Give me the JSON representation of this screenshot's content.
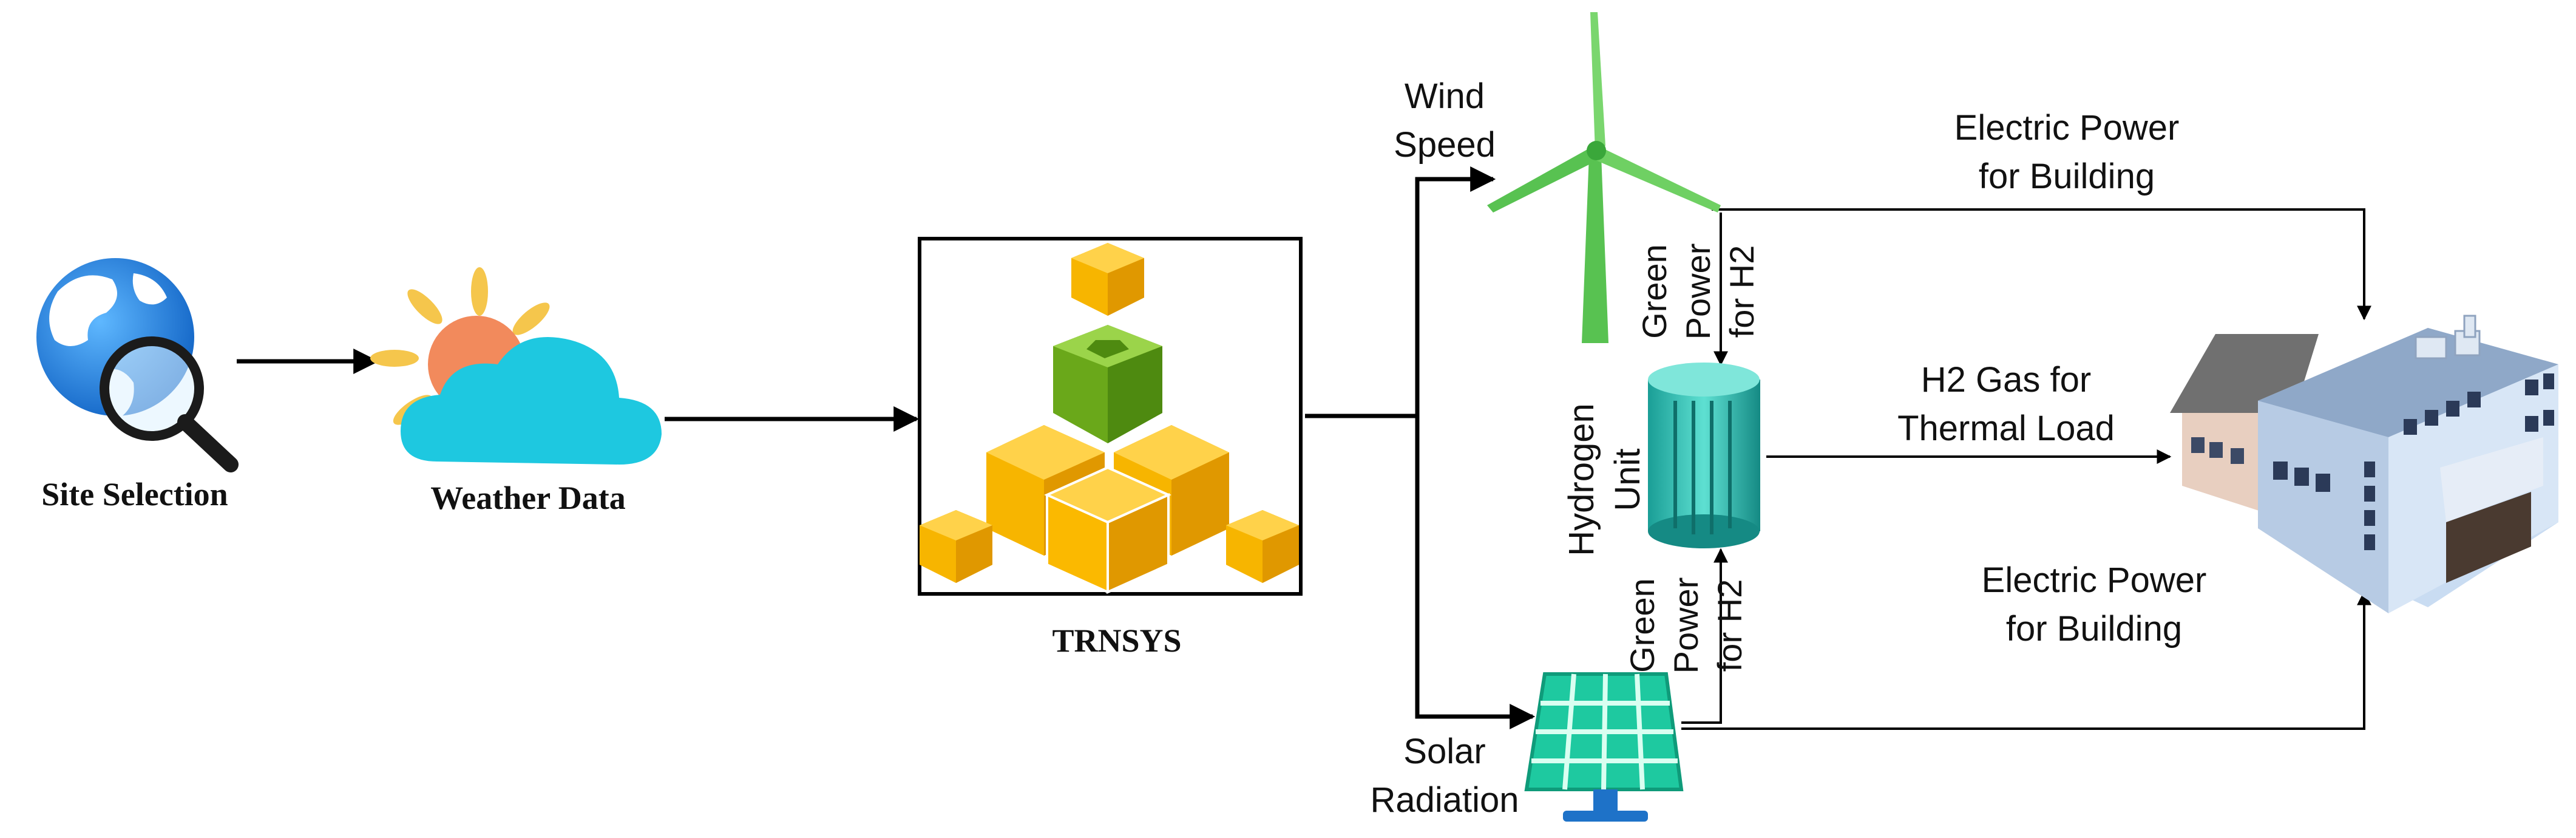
{
  "labels": {
    "site_selection": "Site Selection",
    "weather_data": "Weather Data",
    "trnsys": "TRNSYS",
    "wind_speed": [
      "Wind",
      "Speed"
    ],
    "solar_radiation": [
      "Solar",
      "Radiation"
    ],
    "hydrogen_unit": [
      "Hydrogen",
      "Unit"
    ],
    "green_power_h2_top": [
      "Green",
      "Power",
      "for H2"
    ],
    "green_power_h2_bottom": [
      "Green",
      "Power",
      "for H2"
    ],
    "electric_power_top": [
      "Electric Power",
      "for Building"
    ],
    "h2_gas": [
      "H2 Gas for",
      "Thermal Load"
    ],
    "electric_power_bottom": [
      "Electric Power",
      "for Building"
    ]
  },
  "icons": {
    "globe": "globe-magnifier-icon",
    "weather": "sun-cloud-icon",
    "trnsys": "stacked-cubes-icon",
    "wind": "wind-turbine-icon",
    "solar": "solar-panel-icon",
    "hydrogen": "hydrogen-tank-icon",
    "building": "building-icon"
  },
  "colors": {
    "line": "#000000",
    "globe": "#1e88e5",
    "sun": "#f28a5c",
    "sun_rays": "#f5c64c",
    "cloud": "#1ec8e0",
    "cube_orange": "#f7b500",
    "cube_green": "#6aa81a",
    "turbine": "#58c251",
    "solar_panel": "#1ec9a0",
    "tank": "#22b5ac"
  }
}
